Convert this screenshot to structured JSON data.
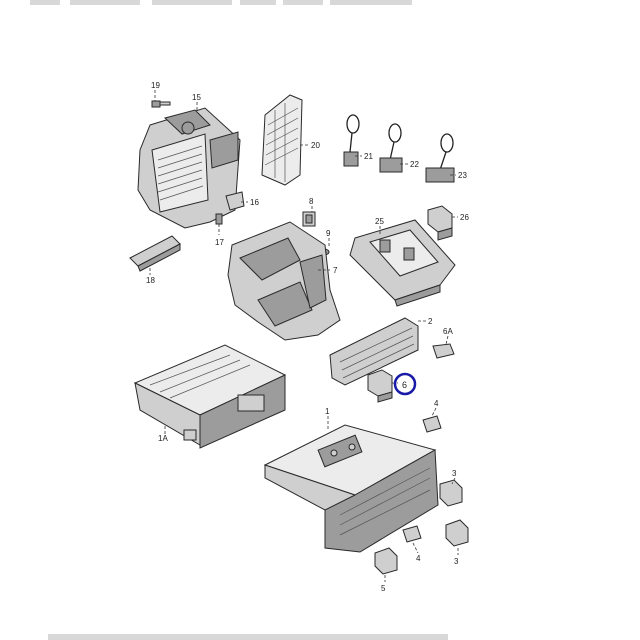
{
  "callouts": [
    {
      "id": "c1",
      "text": "1"
    },
    {
      "id": "c1a",
      "text": "1A"
    },
    {
      "id": "c2",
      "text": "2"
    },
    {
      "id": "c3a",
      "text": "3"
    },
    {
      "id": "c3b",
      "text": "3"
    },
    {
      "id": "c4a",
      "text": "4"
    },
    {
      "id": "c4b",
      "text": "4"
    },
    {
      "id": "c5",
      "text": "5"
    },
    {
      "id": "c6",
      "text": "6"
    },
    {
      "id": "c6a",
      "text": "6A"
    },
    {
      "id": "c7",
      "text": "7"
    },
    {
      "id": "c8",
      "text": "8"
    },
    {
      "id": "c9",
      "text": "9"
    },
    {
      "id": "c15",
      "text": "15"
    },
    {
      "id": "c16",
      "text": "16"
    },
    {
      "id": "c17",
      "text": "17"
    },
    {
      "id": "c18",
      "text": "18"
    },
    {
      "id": "c19",
      "text": "19"
    },
    {
      "id": "c20",
      "text": "20"
    },
    {
      "id": "c21",
      "text": "21"
    },
    {
      "id": "c22",
      "text": "22"
    },
    {
      "id": "c23",
      "text": "23"
    },
    {
      "id": "c25",
      "text": "25"
    },
    {
      "id": "c26",
      "text": "26"
    }
  ],
  "highlight": {
    "label": "6",
    "color": "#1a1aa8"
  },
  "colors": {
    "part_fill": "#cfcfcf",
    "outline": "#2a2a2a",
    "background": "#ffffff"
  }
}
